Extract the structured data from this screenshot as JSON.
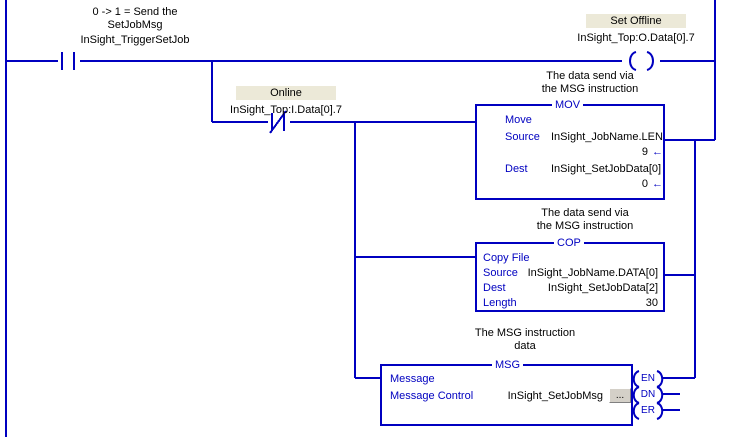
{
  "editor": {
    "name": "ladder-logic-rung-editor",
    "rail_color": "#0000C0",
    "block_color": "#0000C0",
    "text_color": "#000000",
    "highlight_color": "#ECE9D8",
    "button_face_color": "#D4D0C8"
  },
  "rung": {
    "trigger": {
      "comment_line1": "0 -> 1 = Send the",
      "comment_line2": "SetJobMsg",
      "tag": "InSight_TriggerSetJob",
      "contact_type": "ONS"
    },
    "set_offline": {
      "label": "Set Offline",
      "tag": "InSight_Top:O.Data[0].7",
      "element_type": "OTE coil"
    },
    "online": {
      "label": "Online",
      "tag": "InSight_Top:I.Data[0].7",
      "contact_type": "XIO"
    }
  },
  "blocks": [
    {
      "id": "mov",
      "title": "MOV",
      "comment_line1": "The data send via",
      "comment_line2": "the MSG instruction",
      "operation": "Move",
      "rows": [
        {
          "label": "Source",
          "operand": "InSight_JobName.LEN",
          "value": "9",
          "has_arrow": true
        },
        {
          "label": "Dest",
          "operand": "InSight_SetJobData[0]",
          "value": "0",
          "has_arrow": true
        }
      ]
    },
    {
      "id": "cop",
      "title": "COP",
      "comment_line1": "The data send via",
      "comment_line2": "the MSG instruction",
      "operation": "Copy File",
      "rows": [
        {
          "label": "Source",
          "operand": "InSight_JobName.DATA[0]",
          "value": "",
          "has_arrow": false
        },
        {
          "label": "Dest",
          "operand": "InSight_SetJobData[2]",
          "value": "",
          "has_arrow": false
        },
        {
          "label": "Length",
          "operand": "",
          "value": "30",
          "has_arrow": false
        }
      ]
    },
    {
      "id": "msg",
      "title": "MSG",
      "comment_line1": "The MSG instruction",
      "comment_line2": "data",
      "operation": "Message",
      "rows": [
        {
          "label": "Message Control",
          "operand": "InSight_SetJobMsg",
          "value": "",
          "has_arrow": false
        }
      ],
      "ellipsis_label": "...",
      "outputs": [
        "EN",
        "DN",
        "ER"
      ]
    }
  ]
}
